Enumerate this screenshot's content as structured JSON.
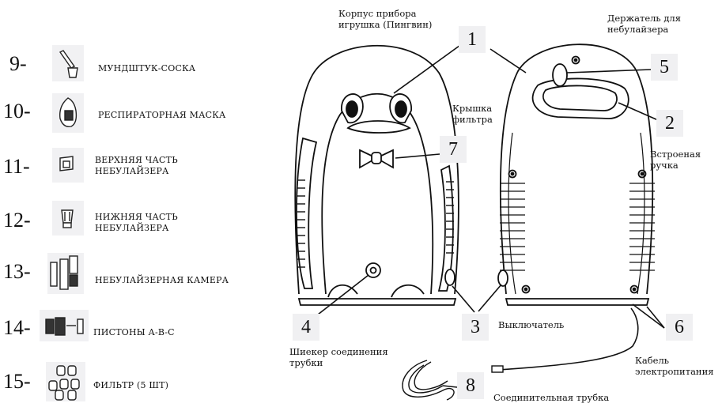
{
  "parts_list": [
    {
      "number": "9-",
      "label": "МУНДШТУК-СОСКА"
    },
    {
      "number": "10-",
      "label": "РЕСПИРАТОРНАЯ МАСКА"
    },
    {
      "number": "11-",
      "label": "ВЕРХНЯЯ ЧАСТЬ\nНЕБУЛАЙЗЕРА"
    },
    {
      "number": "12-",
      "label": "НИЖНЯЯ ЧАСТЬ\nНЕБУЛАЙЗЕРА"
    },
    {
      "number": "13-",
      "label": "НЕБУЛАЙЗЕРНАЯ КАМЕРА"
    },
    {
      "number": "14-",
      "label": "ПИСТОНЫ А-В-С"
    },
    {
      "number": "15-",
      "label": "ФИЛЬТР (5 ШТ)"
    }
  ],
  "callouts": {
    "n1": "1",
    "n2": "2",
    "n3": "3",
    "n4": "4",
    "n5": "5",
    "n6": "6",
    "n7": "7",
    "n8": "8"
  },
  "labels": {
    "body": "Корпус прибора\nигрушка (Пингвин)",
    "holder": "Держатель для\nнебулайзера",
    "filter_cover": "Крышка\nфильтра",
    "handle": "Встроеная\nручка",
    "tube_connector": "Шиекер соединения\nтрубки",
    "switch": "Выключатель",
    "power_cable": "Кабель\nэлектропитания",
    "tube": "Соединительная трубка"
  }
}
